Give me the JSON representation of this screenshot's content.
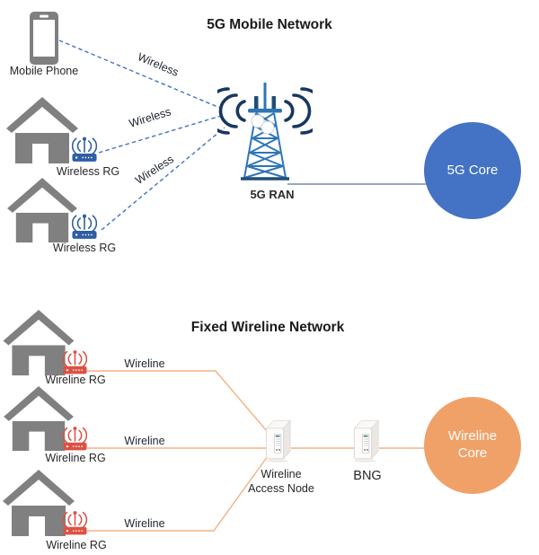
{
  "mobile": {
    "title": "5G Mobile Network",
    "phone_label": "Mobile Phone",
    "rg1_label": "Wireless RG",
    "rg2_label": "Wireless RG",
    "link1_label": "Wireless",
    "link2_label": "Wireless",
    "link3_label": "Wireless",
    "ran_label": "5G RAN",
    "core_label": "5G Core"
  },
  "wireline": {
    "title": "Fixed Wireline Network",
    "rg1_label": "Wireline RG",
    "rg2_label": "Wireline RG",
    "rg3_label": "Wireline RG",
    "link1_label": "Wireline",
    "link2_label": "Wireline",
    "link3_label": "Wireline",
    "access_node_label_1": "Wireline",
    "access_node_label_2": "Access Node",
    "bng_label": "BNG",
    "core_label_1": "Wireline",
    "core_label_2": "Core"
  },
  "colors": {
    "mobile_accent": "#4472C4",
    "wireless_link": "#4472C4",
    "tower_core_line": "#53759E",
    "wireline_accent": "#F0A168",
    "wireline_link": "#F5B183",
    "house_gray": "#808080",
    "phone_gray": "#7F7F7F",
    "router_blue": "#2E5FA3",
    "router_red": "#DD5143",
    "tower_blue": "#2E75B6",
    "tower_dark_navy": "#17375E"
  }
}
